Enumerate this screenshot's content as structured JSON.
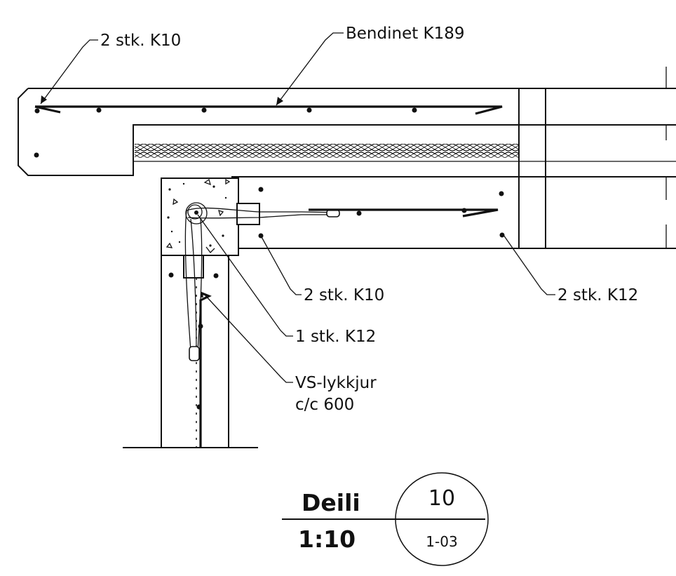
{
  "labels": {
    "bendinet": "Bendinet K189",
    "top_left_k10": "2 stk. K10",
    "mid_k10": "2 stk. K10",
    "right_k12": "2 stk. K12",
    "one_k12": "1 stk. K12",
    "vs_line1": "VS-lykkjur",
    "vs_line2": "c/c 600"
  },
  "title_block": {
    "title": "Deili",
    "scale": "1:10",
    "detail_number": "10",
    "sheet": "1-03"
  },
  "colors": {
    "ink": "#111111",
    "background": "#ffffff"
  }
}
